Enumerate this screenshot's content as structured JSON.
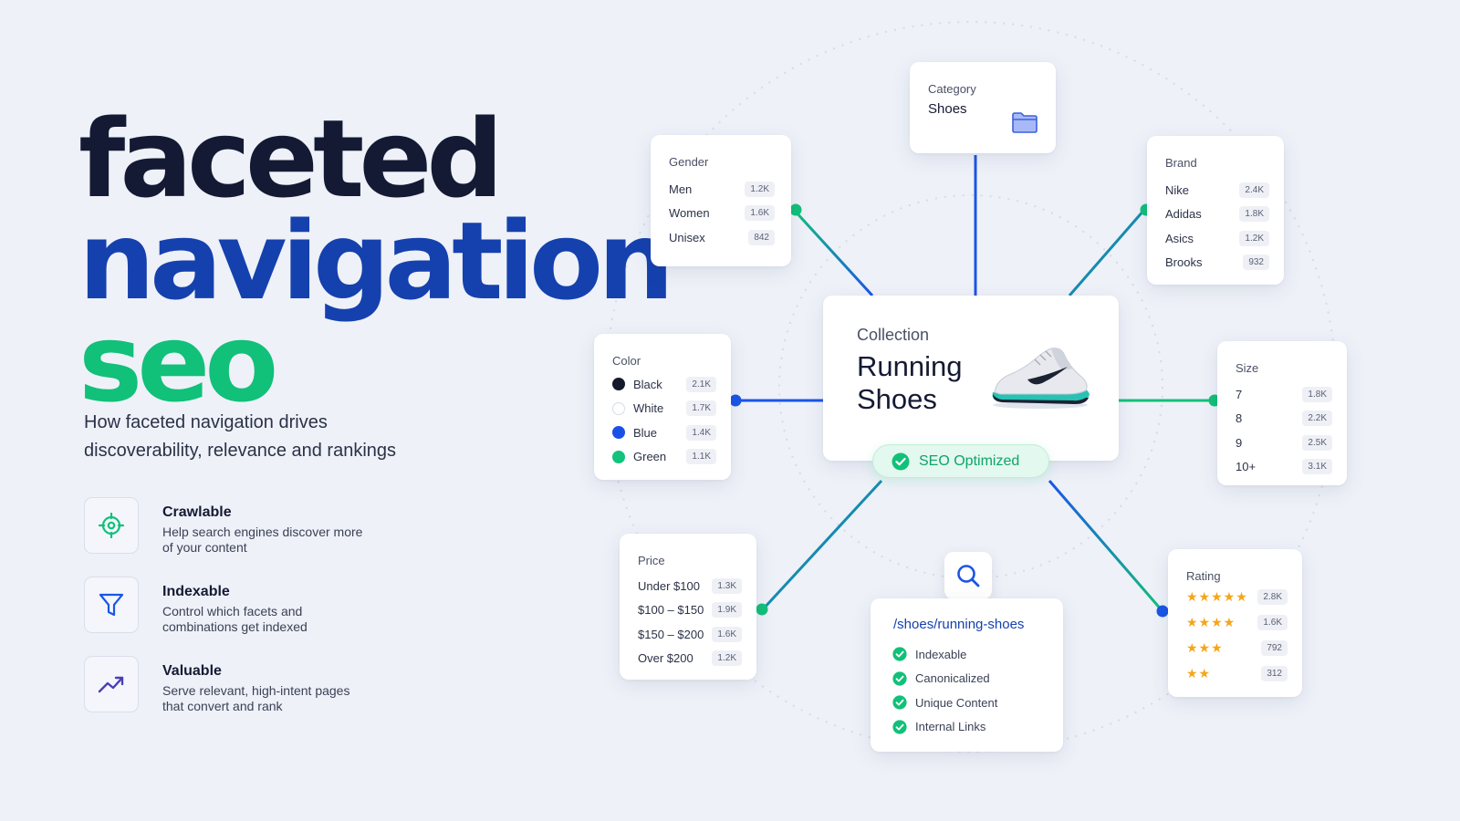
{
  "hero": {
    "line1": "faceted",
    "line2": "navigation",
    "line3": "seo",
    "subtitle": "How faceted navigation drives discoverability, relevance and rankings"
  },
  "features": [
    {
      "title": "Crawlable",
      "desc": "Help search engines discover more of your content",
      "icon": "crosshair-icon"
    },
    {
      "title": "Indexable",
      "desc": "Control which facets and combinations get indexed",
      "icon": "filter-icon"
    },
    {
      "title": "Valuable",
      "desc": "Serve relevant, high-intent pages that convert and rank",
      "icon": "trending-up-icon"
    }
  ],
  "category": {
    "label": "Category",
    "value": "Shoes",
    "icon": "folder-icon"
  },
  "gender": {
    "label": "Gender",
    "items": [
      {
        "name": "Men",
        "count": "1.2K"
      },
      {
        "name": "Women",
        "count": "1.6K"
      },
      {
        "name": "Unisex",
        "count": "842"
      }
    ]
  },
  "brand": {
    "label": "Brand",
    "items": [
      {
        "name": "Nike",
        "count": "2.4K"
      },
      {
        "name": "Adidas",
        "count": "1.8K"
      },
      {
        "name": "Asics",
        "count": "1.2K"
      },
      {
        "name": "Brooks",
        "count": "932"
      }
    ]
  },
  "color": {
    "label": "Color",
    "items": [
      {
        "name": "Black",
        "count": "2.1K",
        "swatch": "#141a2c"
      },
      {
        "name": "White",
        "count": "1.7K",
        "swatch": "#ffffff"
      },
      {
        "name": "Blue",
        "count": "1.4K",
        "swatch": "#1a4fe8"
      },
      {
        "name": "Green",
        "count": "1.1K",
        "swatch": "#13c27c"
      }
    ]
  },
  "size": {
    "label": "Size",
    "items": [
      {
        "name": "7",
        "count": "1.8K"
      },
      {
        "name": "8",
        "count": "2.2K"
      },
      {
        "name": "9",
        "count": "2.5K"
      },
      {
        "name": "10+",
        "count": "3.1K"
      }
    ]
  },
  "price": {
    "label": "Price",
    "items": [
      {
        "name": "Under $100",
        "count": "1.3K"
      },
      {
        "name": "$100 – $150",
        "count": "1.9K"
      },
      {
        "name": "$150 – $200",
        "count": "1.6K"
      },
      {
        "name": "Over $200",
        "count": "1.2K"
      }
    ]
  },
  "rating": {
    "label": "Rating",
    "items": [
      {
        "stars": 5,
        "count": "2.8K"
      },
      {
        "stars": 4,
        "count": "1.6K"
      },
      {
        "stars": 3,
        "count": "792"
      },
      {
        "stars": 2,
        "count": "312"
      }
    ]
  },
  "collection": {
    "label": "Collection",
    "title": "Running Shoes",
    "badge": "SEO Optimized"
  },
  "url": {
    "path": "/shoes/running-shoes",
    "checks": [
      "Indexable",
      "Canonicalized",
      "Unique Content",
      "Internal Links"
    ]
  },
  "colors": {
    "navy": "#141a33",
    "blue": "#1541ae",
    "green": "#11c079",
    "star": "#f5a51c"
  }
}
